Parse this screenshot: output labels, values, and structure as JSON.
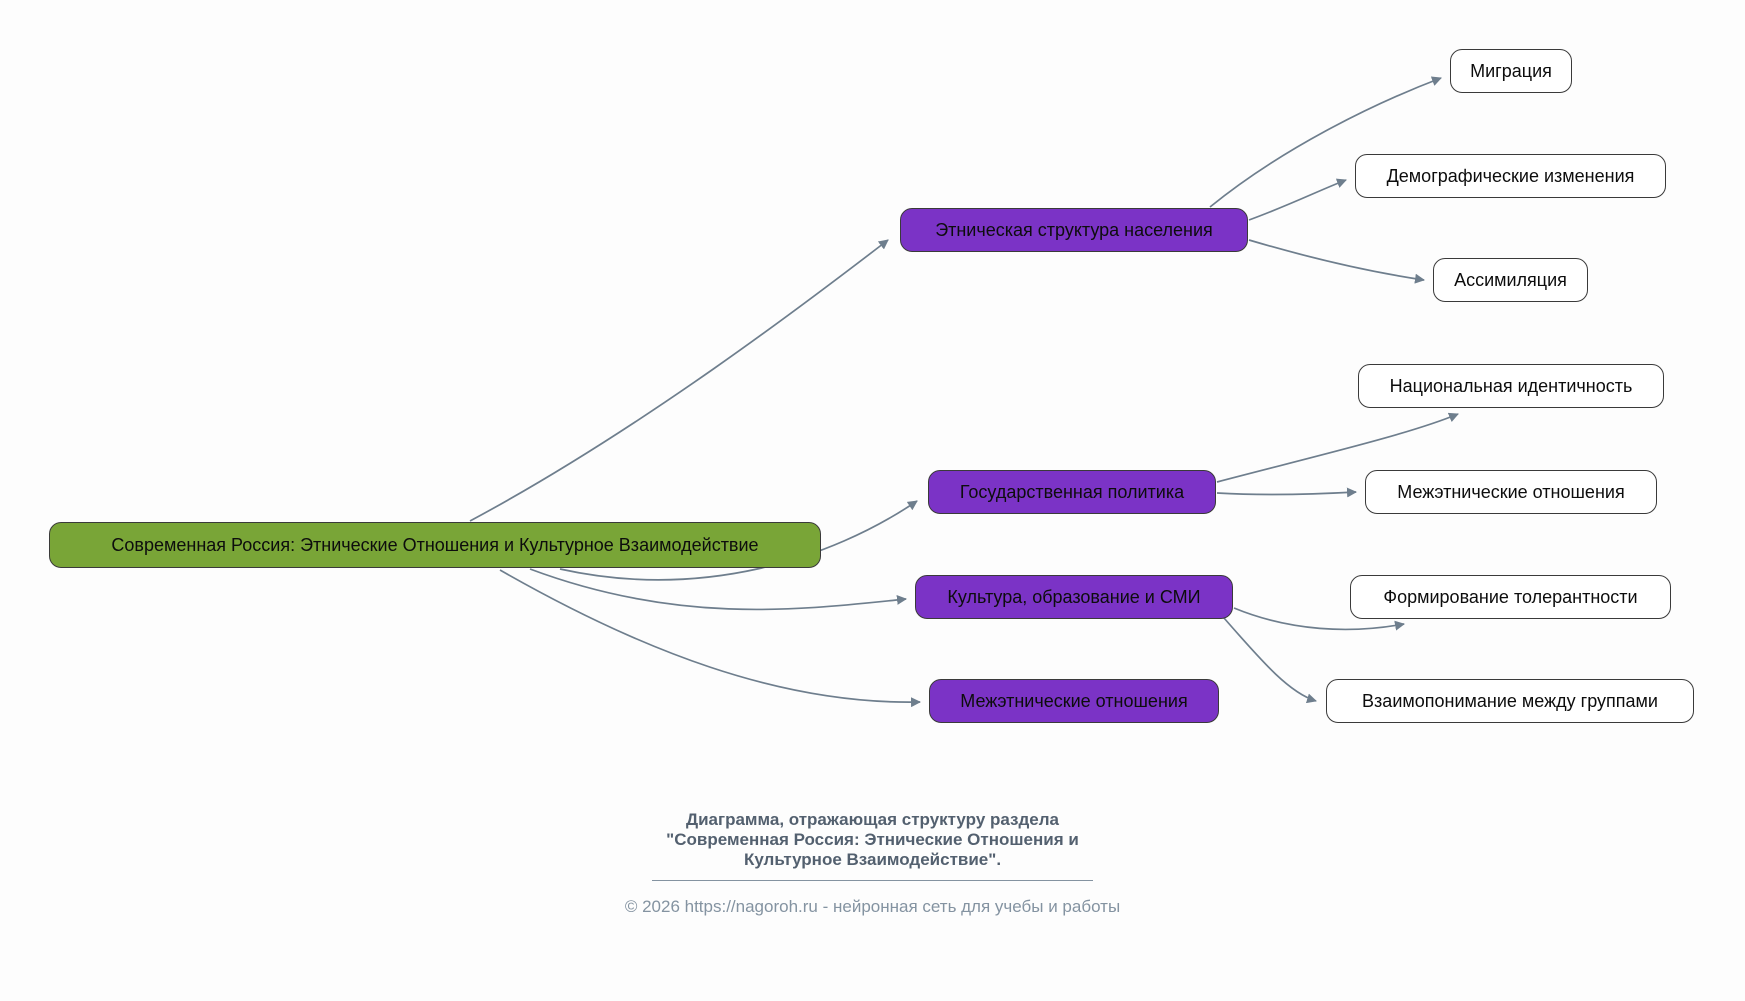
{
  "colors": {
    "bg": "#fdfdfd",
    "root_fill": "#79a537",
    "branch_fill": "#7b33c6",
    "leaf_fill": "#ffffff",
    "node_border": "#3a3a3a",
    "arrow": "#6e7e8d",
    "caption_text": "#53606f",
    "muted_text": "#8493a1"
  },
  "mindmap": {
    "root": {
      "label": "Современная Россия: Этнические Отношения и Культурное Взаимодействие"
    },
    "branches": [
      {
        "label": "Этническая структура населения",
        "children": [
          {
            "label": "Миграция"
          },
          {
            "label": "Демографические изменения"
          },
          {
            "label": "Ассимиляция"
          }
        ]
      },
      {
        "label": "Государственная политика",
        "children": [
          {
            "label": "Национальная идентичность"
          },
          {
            "label": "Межэтнические отношения"
          }
        ]
      },
      {
        "label": "Культура, образование и СМИ",
        "children": [
          {
            "label": "Формирование толерантности"
          },
          {
            "label": "Взаимопонимание между группами"
          }
        ]
      },
      {
        "label": "Межэтнические отношения",
        "children": []
      }
    ]
  },
  "footer": {
    "caption_line1": "Диаграмма, отражающая структуру раздела",
    "caption_line2": "\"Современная Россия: Этнические Отношения и",
    "caption_line3": "Культурное Взаимодействие\".",
    "copyright": "© 2026 https://nagoroh.ru - нейронная сеть для учебы и работы"
  }
}
